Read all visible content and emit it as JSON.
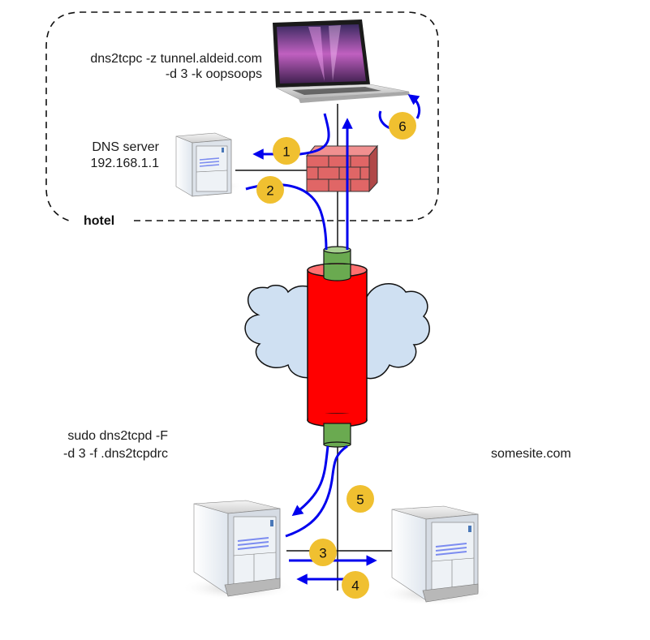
{
  "zones": {
    "hotel_label": "hotel"
  },
  "labels": {
    "client_cmd_line1": "dns2tcpc -z tunnel.aldeid.com",
    "client_cmd_line2": "-d 3 -k oopsoops",
    "dns_server_line1": "DNS server",
    "dns_server_line2": "192.168.1.1",
    "server_cmd_line1": "sudo dns2tcpd -F",
    "server_cmd_line2": "-d 3 -f .dns2tcpdrc",
    "target_site": "somesite.com"
  },
  "steps": [
    {
      "id": "1",
      "label": "1"
    },
    {
      "id": "2",
      "label": "2"
    },
    {
      "id": "3",
      "label": "3"
    },
    {
      "id": "4",
      "label": "4"
    },
    {
      "id": "5",
      "label": "5"
    },
    {
      "id": "6",
      "label": "6"
    }
  ],
  "colors": {
    "flow_arrow": "#0000ee",
    "step_badge": "#f0c030",
    "tunnel": "#ff0000",
    "tunnel_top": "#ff7070",
    "pipe": "#6aaa50",
    "pipe_top": "#a8d090",
    "cloud": "#cfe0f2",
    "firewall": "#e06666"
  },
  "nodes": [
    {
      "name": "laptop-client",
      "icon": "laptop-icon"
    },
    {
      "name": "dns-server",
      "icon": "server-icon"
    },
    {
      "name": "firewall",
      "icon": "firewall-icon"
    },
    {
      "name": "internet-cloud",
      "icon": "cloud-icon"
    },
    {
      "name": "dns-tunnel",
      "icon": "tunnel-icon"
    },
    {
      "name": "dns2tcp-server",
      "icon": "server-icon"
    },
    {
      "name": "somesite-server",
      "icon": "server-icon"
    }
  ]
}
